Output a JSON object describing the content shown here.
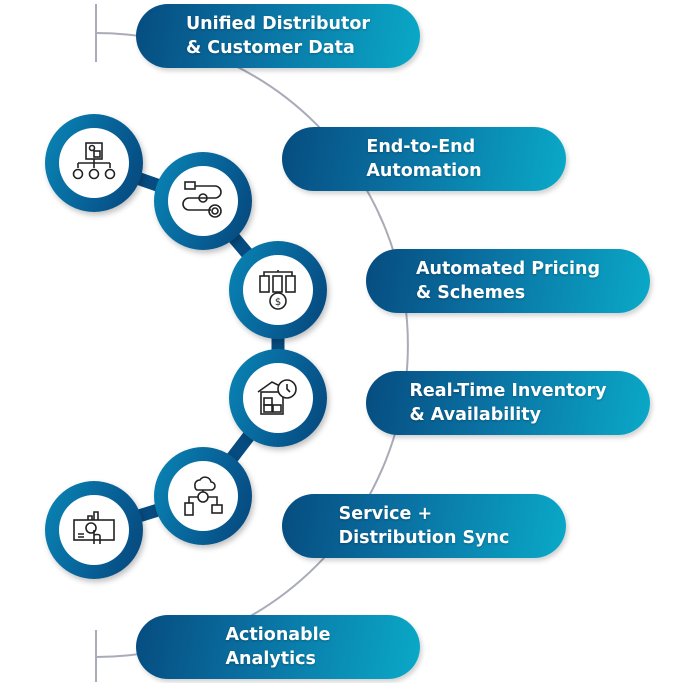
{
  "features": [
    {
      "label": "Unified Distributor\n& Customer Data",
      "icon": "org-hierarchy-icon"
    },
    {
      "label": "End-to-End\nAutomation",
      "icon": "workflow-automation-icon"
    },
    {
      "label": "Automated Pricing\n& Schemes",
      "icon": "pricing-servers-icon"
    },
    {
      "label": "Real-Time Inventory\n& Availability",
      "icon": "warehouse-clock-icon"
    },
    {
      "label": "Service +\nDistribution Sync",
      "icon": "cloud-sync-icon"
    },
    {
      "label": "Actionable\nAnalytics",
      "icon": "analytics-dashboard-icon"
    }
  ],
  "colors": {
    "pill_dark": "#064c80",
    "pill_light": "#0aa9c8",
    "connector": "#064c80",
    "arc": "#a9abb8"
  }
}
